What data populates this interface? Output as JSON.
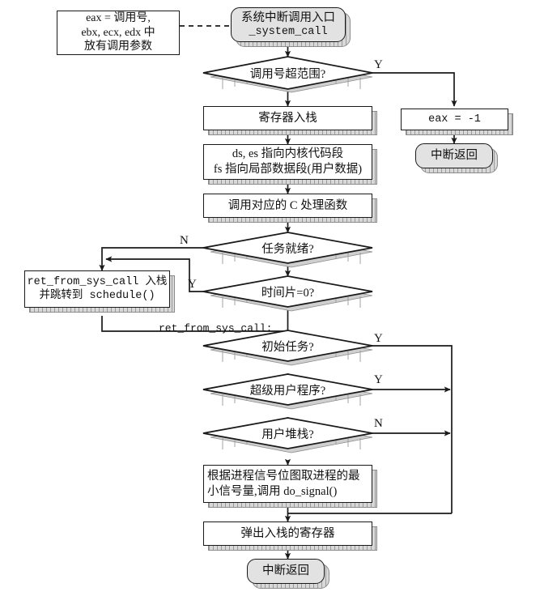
{
  "diagram": {
    "title": "Linux system_call interrupt flow",
    "type": "flowchart",
    "colors": {
      "stroke": "#1a1a1a",
      "terminal_fill": "#e2e2e2",
      "process_fill": "#ffffff",
      "shadow": "#cfcfcf"
    }
  },
  "nodes": {
    "note_params": {
      "line1": "eax = 调用号,",
      "line2": "ebx, ecx, edx 中",
      "line3": "放有调用参数"
    },
    "entry": {
      "line1": "系统中断调用入口",
      "line2": "_system_call"
    },
    "d_range": {
      "label": "调用号超范围?",
      "yes": "Y"
    },
    "p_pushregs": {
      "label": "寄存器入栈"
    },
    "p_segments": {
      "line1": "ds, es 指向内核代码段",
      "line2": "fs 指向局部数据段(用户数据)"
    },
    "p_callc": {
      "label": "调用对应的 C 处理函数"
    },
    "p_eax_err": {
      "label": "eax = -1"
    },
    "term_ret_err": {
      "label": "中断返回"
    },
    "d_ready": {
      "label": "任务就绪?",
      "no": "N"
    },
    "d_slice": {
      "label": "时间片=0?",
      "yes": "Y"
    },
    "p_schedule": {
      "line1": "ret_from_sys_call 入栈",
      "line2": "并跳转到 schedule()"
    },
    "tag_retfrom": {
      "label": "ret_from_sys_call:"
    },
    "d_inittask": {
      "label": "初始任务?",
      "yes": "Y"
    },
    "d_superuser": {
      "label": "超级用户程序?",
      "yes": "Y"
    },
    "d_userstack": {
      "label": "用户堆栈?",
      "no": "N"
    },
    "p_dosignal": {
      "line1": "根据进程信号位图取进程的最",
      "line2": "小信号量,调用 do_signal()"
    },
    "p_popregs": {
      "label": "弹出入栈的寄存器"
    },
    "term_ret_end": {
      "label": "中断返回"
    }
  }
}
